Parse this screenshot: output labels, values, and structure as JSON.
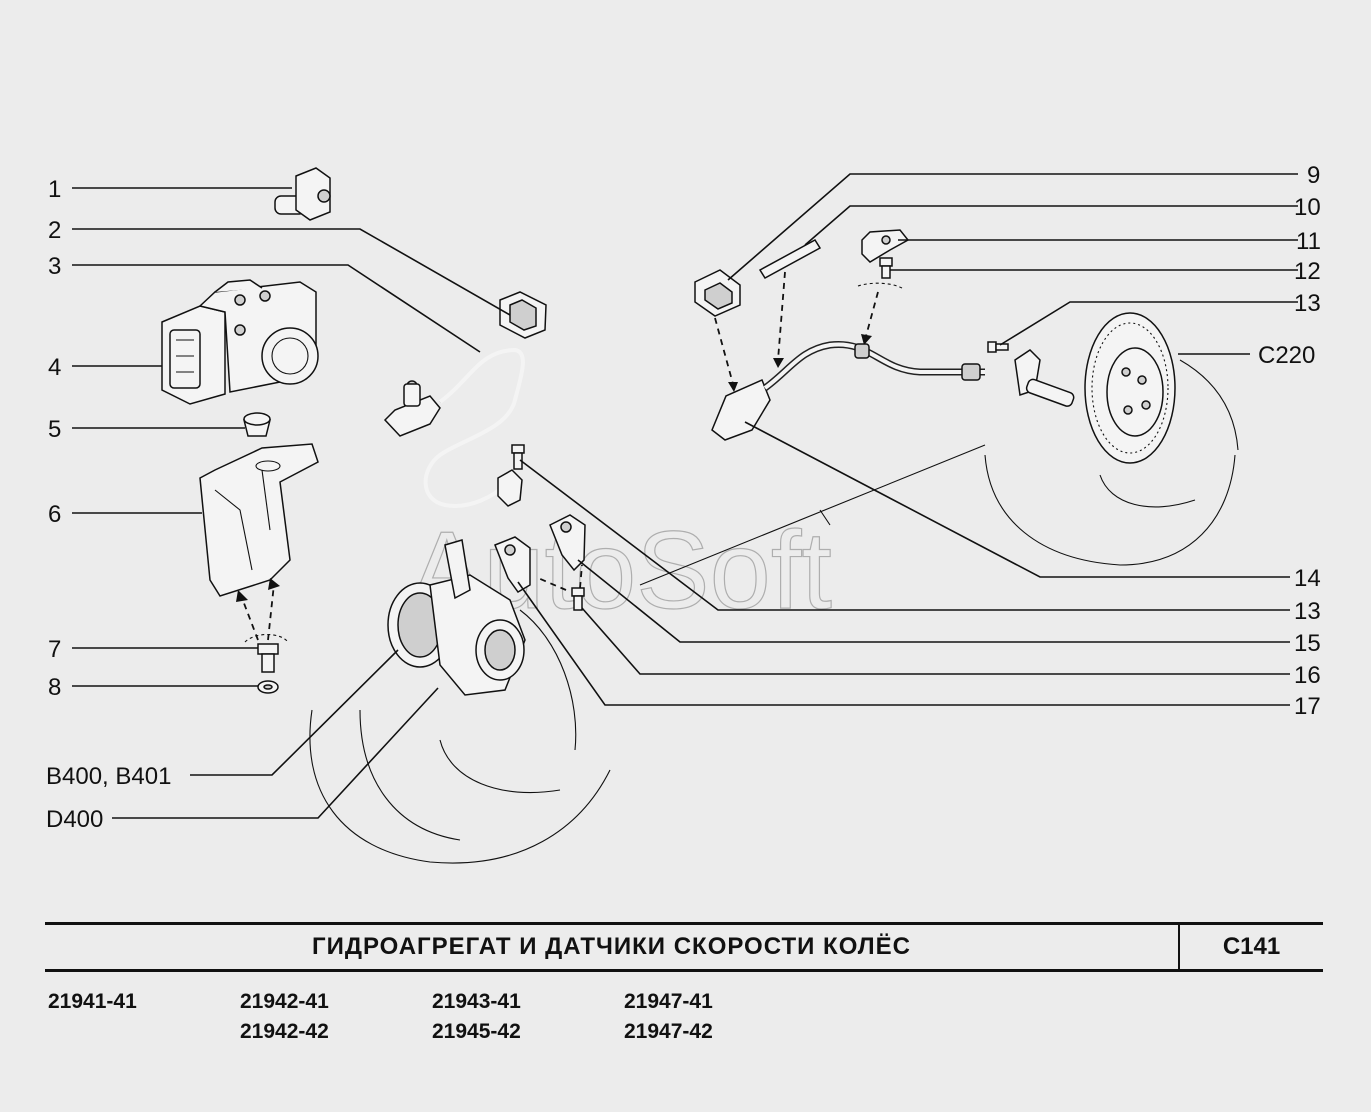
{
  "callouts": {
    "left": [
      "1",
      "2",
      "3",
      "4",
      "5",
      "6",
      "7",
      "8"
    ],
    "right": [
      "9",
      "10",
      "11",
      "12",
      "13",
      "C220",
      "14",
      "13",
      "15",
      "16",
      "17"
    ],
    "bottom_left": [
      "B400, B401",
      "D400"
    ]
  },
  "watermark": "AutoSoft",
  "title": {
    "text": "ГИДРОАГРЕГАТ И ДАТЧИКИ СКОРОСТИ КОЛЁС",
    "code": "C141"
  },
  "models": [
    [
      "21941-41",
      ""
    ],
    [
      "21942-41",
      "21942-42"
    ],
    [
      "21943-41",
      "21945-42"
    ],
    [
      "21947-41",
      "21947-42"
    ]
  ]
}
